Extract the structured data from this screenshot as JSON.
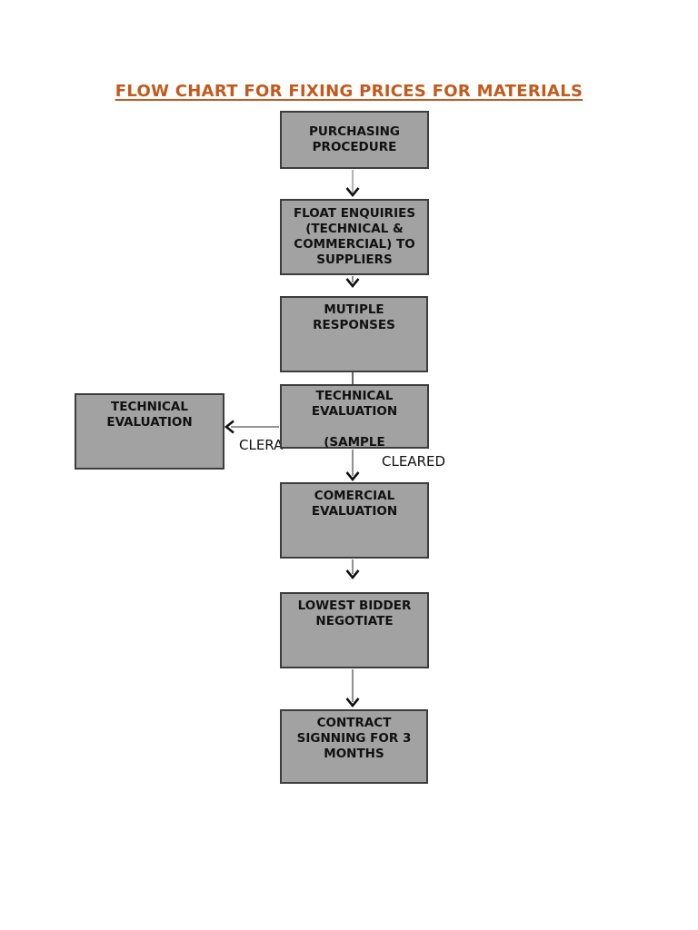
{
  "title": {
    "text": "FLOW CHART FOR FIXING PRICES FOR MATERIALS",
    "color": "#C4591D"
  },
  "diagram": {
    "box_fill": "#A2A2A2",
    "box_border": "#3D3D3D",
    "nodes": [
      {
        "id": "purchasing-procedure",
        "label": "PURCHASING\nPROCEDURE"
      },
      {
        "id": "float-enquiries",
        "label": "FLOAT ENQUIRIES\n(TECHNICAL &\nCOMMERCIAL) TO\nSUPPLIERS"
      },
      {
        "id": "multiple-responses",
        "label": "MUTIPLE\nRESPONSES"
      },
      {
        "id": "technical-evaluation-sample",
        "label": "TECHNICAL\nEVALUATION\n\n(SAMPLE"
      },
      {
        "id": "technical-evaluation-side",
        "label": "TECHNICAL\nEVALUATION"
      },
      {
        "id": "commercial-evaluation",
        "label": "COMERCIAL\nEVALUATION"
      },
      {
        "id": "lowest-bidder-negotiate",
        "label": "LOWEST BIDDER\nNEGOTIATE"
      },
      {
        "id": "contract-signing",
        "label": "CONTRACT\nSIGNNING FOR 3\nMONTHS"
      }
    ],
    "edge_labels": {
      "cleared_left_partial": "CLERA",
      "cleared_down": "CLEARED"
    }
  }
}
